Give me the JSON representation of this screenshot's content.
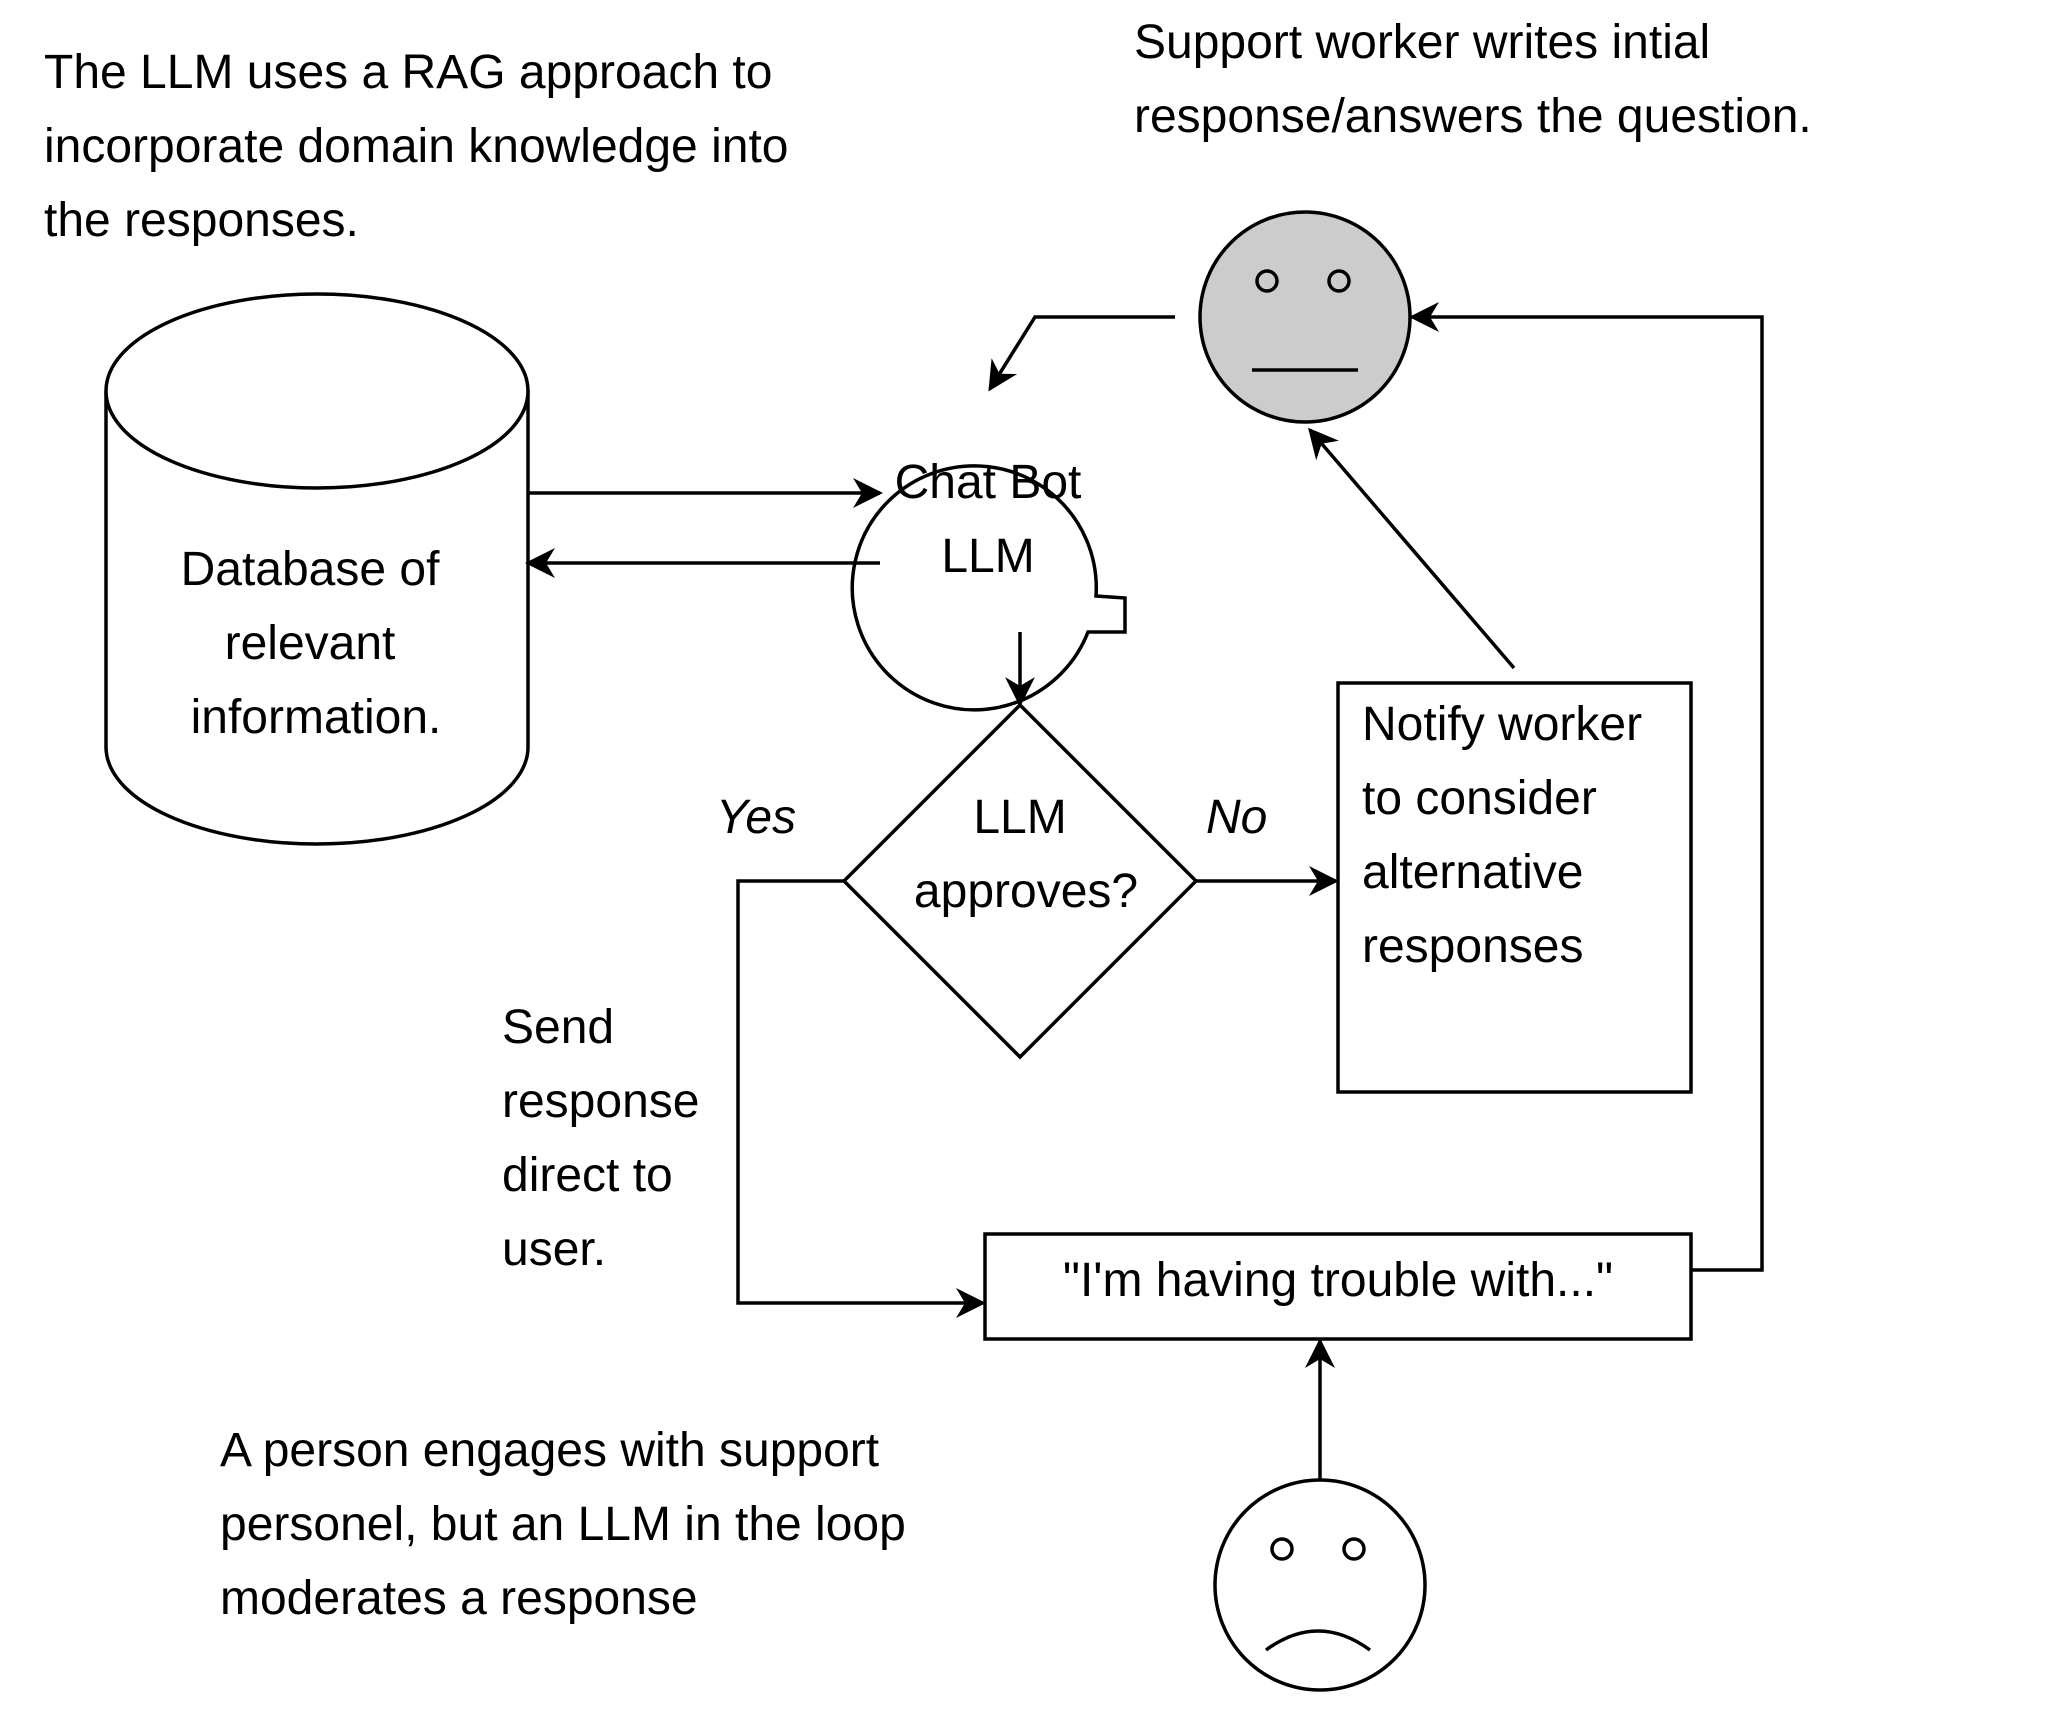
{
  "notes": {
    "rag": [
      "The LLM uses a RAG approach to",
      "incorporate domain knowledge into",
      "the responses."
    ],
    "support": [
      "Support worker writes intial",
      "response/answers the question."
    ],
    "person": [
      "A person engages with support",
      "personel, but an LLM in the loop",
      "moderates a response"
    ]
  },
  "nodes": {
    "database": [
      "Database of",
      "relevant",
      "information."
    ],
    "chatbot": [
      "Chat Bot",
      "LLM"
    ],
    "decision": [
      "LLM",
      "approves?"
    ],
    "notify": [
      "Notify worker",
      "to consider",
      "alternative",
      "responses"
    ],
    "message": "\"I'm having trouble with...\""
  },
  "edges": {
    "yes_label": "Yes",
    "no_label": "No",
    "send_label": [
      "Send",
      "response",
      "direct to",
      "user."
    ]
  },
  "colors": {
    "worker_face": "#cccccc",
    "user_face": "#ffffff",
    "stroke": "#000000"
  },
  "icons": {
    "worker": "neutral-face-icon",
    "user": "sad-face-icon"
  }
}
